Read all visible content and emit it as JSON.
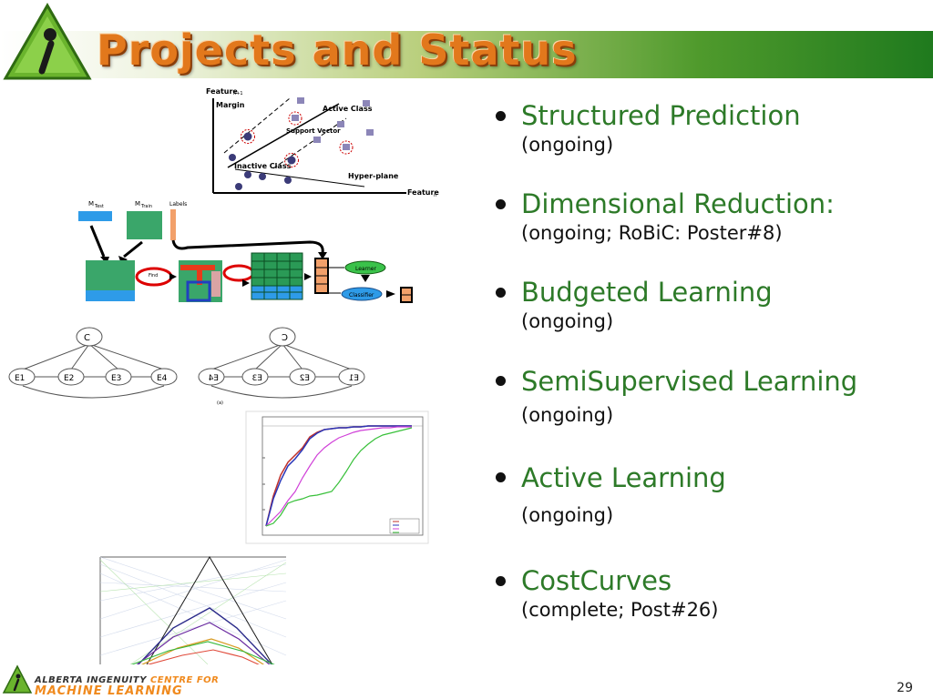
{
  "slide": {
    "title": "Projects and Status",
    "page_number": "29"
  },
  "bullets": [
    {
      "heading": "Structured Prediction",
      "status": "(ongoing)"
    },
    {
      "heading": "Dimensional Reduction:",
      "status": "(ongoing; RoBiC: Poster#8)"
    },
    {
      "heading": "Budgeted Learning",
      "status": "(ongoing)"
    },
    {
      "heading": "SemiSupervised Learning",
      "status": "(ongoing)"
    },
    {
      "heading": "Active Learning",
      "status": "(ongoing)"
    },
    {
      "heading": "CostCurves",
      "status": "(complete; Post#26)"
    }
  ],
  "footer": {
    "org_line1": "ALBERTA INGENUITY",
    "org_line1_accent": "CENTRE FOR",
    "org_line2": "MACHINE LEARNING"
  },
  "svm_figure": {
    "y_axis": "Feature",
    "y_axis_sub": "n+1",
    "x_axis": "Feature",
    "x_axis_sub": "n",
    "margin": "Margin",
    "active_class": "Active Class",
    "support_vector": "Support Vector",
    "inactive_class": "Inactive Class",
    "hyper_plane": "Hyper-plane"
  },
  "robic_figure": {
    "m_test": "M",
    "m_test_sub": "Test",
    "m_train": "M",
    "m_train_sub": "Train",
    "labels": "Labels",
    "find": "Find",
    "learner": "Learner",
    "classifier": "Classifier"
  },
  "network_figure": {
    "root": "C",
    "nodes": [
      "E1",
      "E2",
      "E3",
      "E4"
    ],
    "caption": "(a)"
  },
  "colors": {
    "title_orange": "#e2781c",
    "heading_green": "#2d7a28",
    "banner_dark_green": "#1f7a1e",
    "footer_orange": "#f08a1e"
  }
}
